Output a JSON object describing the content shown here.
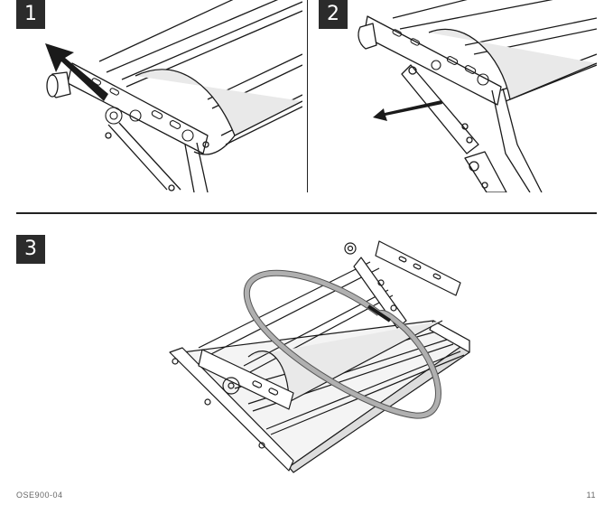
{
  "steps": [
    {
      "number": "1"
    },
    {
      "number": "2"
    },
    {
      "number": "3"
    }
  ],
  "footer": {
    "doc_code": "OSE900-04",
    "page_number": "11"
  },
  "colors": {
    "badge_bg": "#2b2b2b",
    "strap_fill": "#b0b0b0",
    "line": "#1a1a1a",
    "cylinder": "#e9e9e9"
  }
}
